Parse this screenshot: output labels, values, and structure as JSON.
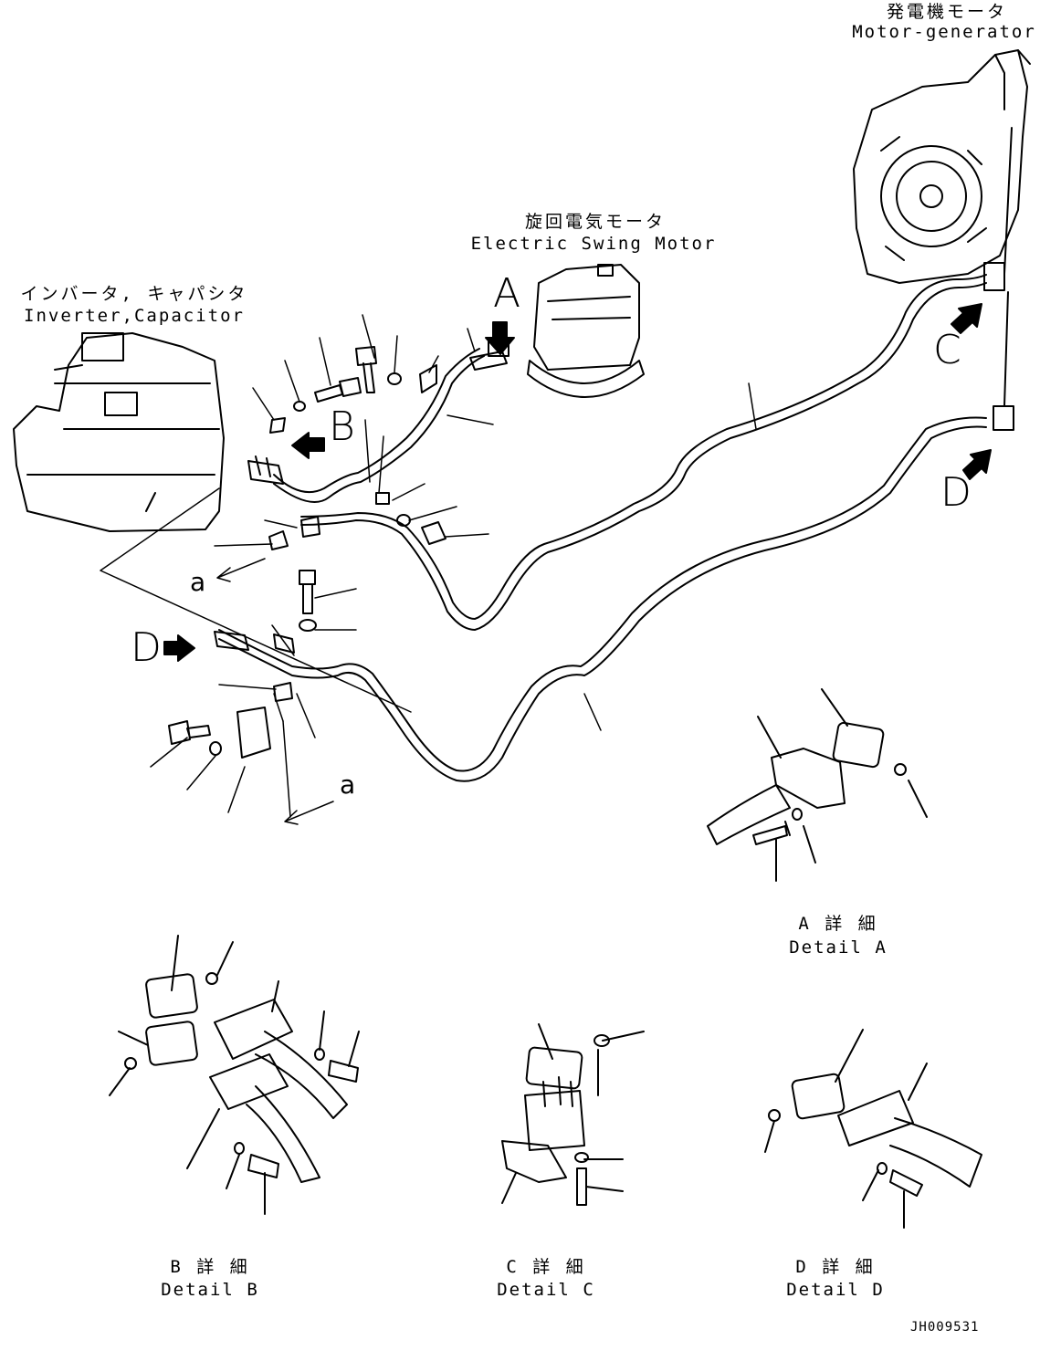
{
  "components": {
    "motor_generator": {
      "jp": "発電機モータ",
      "en": "Motor-generator"
    },
    "swing_motor": {
      "jp": "旋回電気モータ",
      "en": "Electric Swing Motor"
    },
    "inverter": {
      "jp": "インバータ, キャパシタ",
      "en": "Inverter,Capacitor"
    }
  },
  "view_letters": {
    "A": "A",
    "B": "B",
    "C": "C",
    "D_right": "D",
    "D_left": "D",
    "a_upper": "a",
    "a_lower": "a"
  },
  "details": {
    "A": {
      "jp": "A 詳 細",
      "en": "Detail A"
    },
    "B": {
      "jp": "B 詳 細",
      "en": "Detail B"
    },
    "C": {
      "jp": "C 詳 細",
      "en": "Detail C"
    },
    "D": {
      "jp": "D 詳 細",
      "en": "Detail D"
    }
  },
  "drawing_code": "JH009531"
}
